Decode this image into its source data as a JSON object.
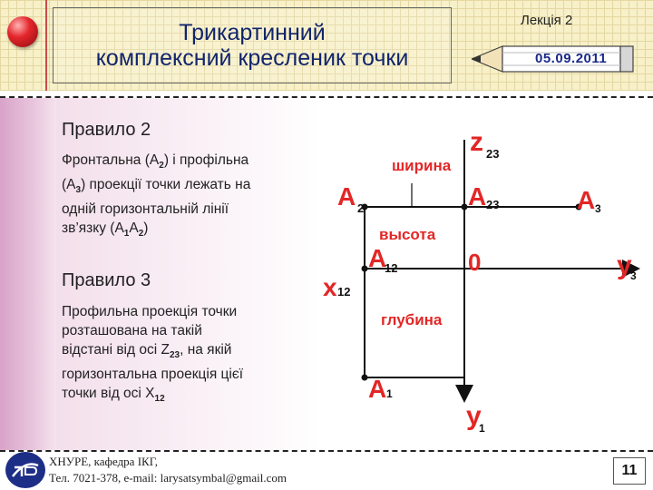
{
  "header": {
    "title_line1": "Трикартинний",
    "title_line2": "комплексний кресленик точки",
    "lecture": "Лекція 2",
    "date": "05.09.2011"
  },
  "rule2": {
    "title": "Правило 2",
    "line1": "Фронтальна (A",
    "line1_sub": "2",
    "line1_end": ") і профільна",
    "line2": "(A",
    "line2_sub": "3",
    "line2_end": ") проекції точки лежать на",
    "line3": "одній горизонтальній лінії",
    "line4": "зв’язку (A",
    "line4_sub1": "1",
    "line4_mid": "A",
    "line4_sub2": "2",
    "line4_end": ")"
  },
  "rule3": {
    "title": "Правило 3",
    "line1": "Профильна проекція точки",
    "line2": "розташована на такій",
    "line3_start": "відстані від осі Z",
    "line3_sub": "23",
    "line3_end": ", на якій",
    "line4": "горизонтальна проекція цієї",
    "line5_start": "точки від осі X",
    "line5_sub": "12"
  },
  "diagram": {
    "label_width": "ширина",
    "label_height": "высота",
    "label_depth": "глубина",
    "z": "z",
    "z_sub": "23",
    "a2": "A",
    "a2_sub": "2",
    "a23": "A",
    "a23_sub": "23",
    "a3": "A",
    "a3_sub": "3",
    "a12": "A",
    "a12_sub": "12",
    "origin": "0",
    "x": "x",
    "x_sub": "12",
    "y3": "y",
    "y3_sub": "3",
    "a1": "A",
    "a1_sub": "1",
    "y1": "y",
    "y1_sub": "1"
  },
  "footer": {
    "line1": "ХНУРЕ, кафедра ІКГ,",
    "line2": "Тел. 7021-378, e-mail: larysatsymbal@gmail.com",
    "page": "11"
  },
  "colors": {
    "accent_red": "#e32626",
    "title_blue": "#12256b",
    "logo_blue": "#1d2e86"
  }
}
